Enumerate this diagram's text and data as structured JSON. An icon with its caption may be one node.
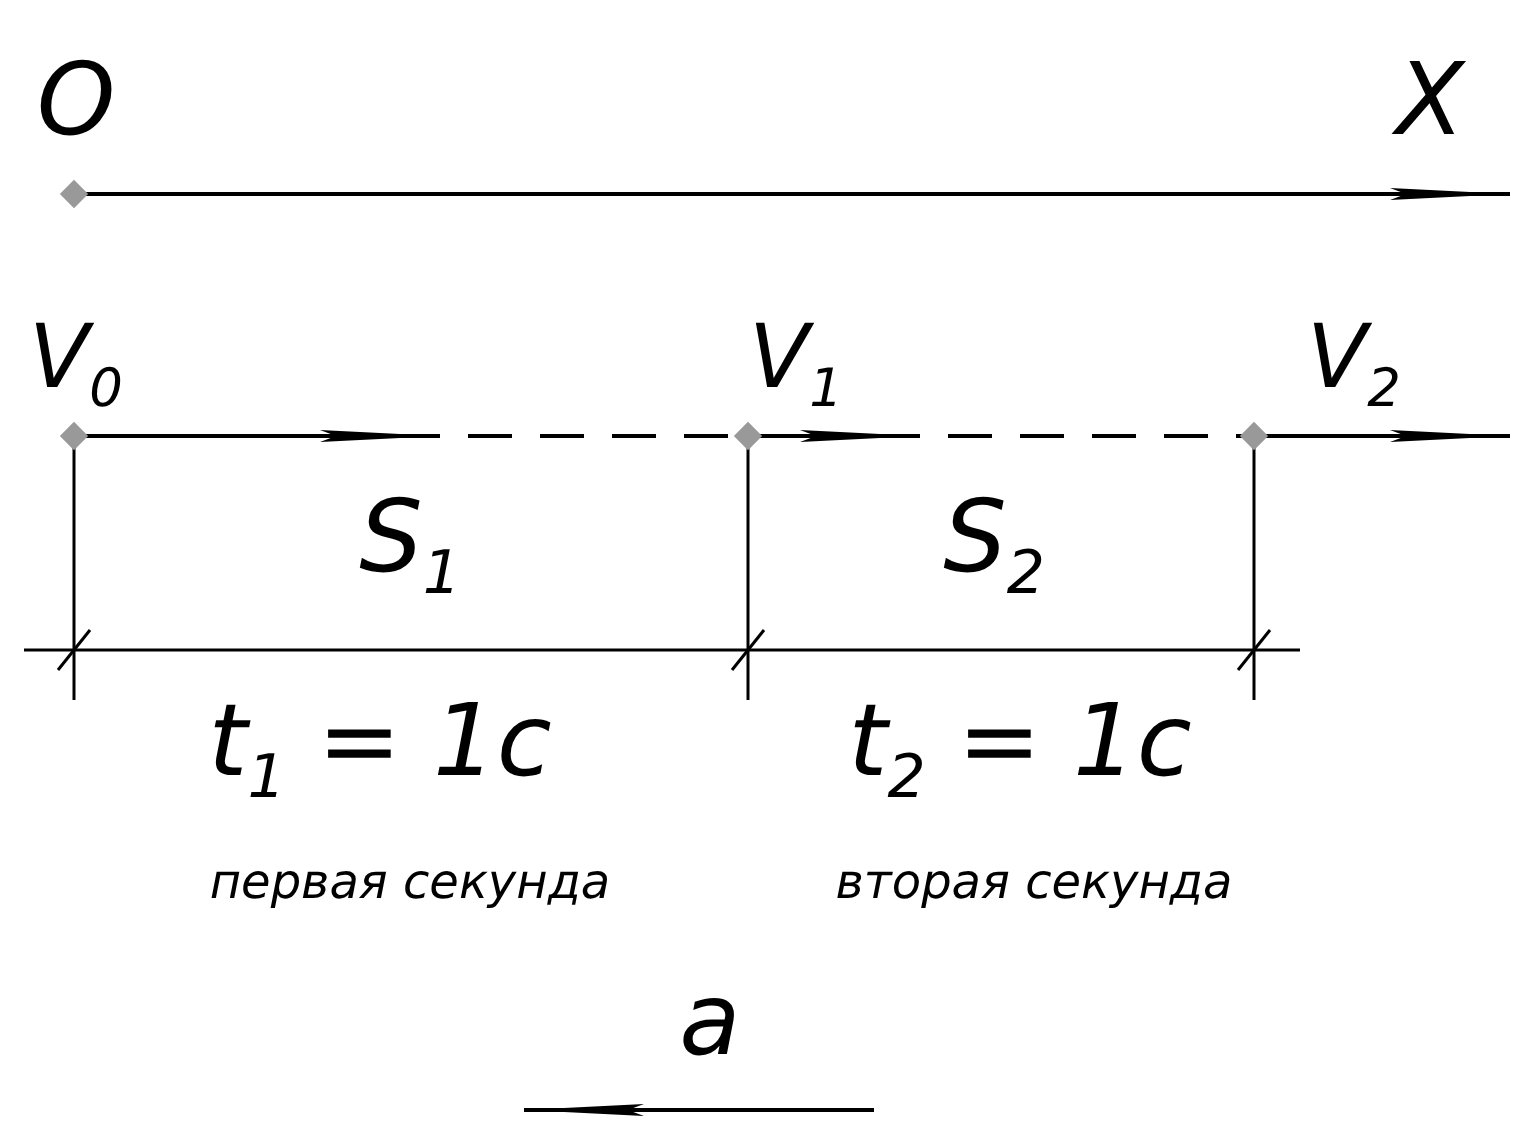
{
  "diagram": {
    "labels": [
      "O",
      "X",
      "V$_{0}$",
      "V$_{1}$",
      "V$_{2}$",
      "S$_{1}$",
      "S$_{2}$",
      "t$_{1}$ = 1с",
      "t$_{2}$ = 1с",
      "первая секунда",
      "вторая секунда",
      "a"
    ]
  }
}
